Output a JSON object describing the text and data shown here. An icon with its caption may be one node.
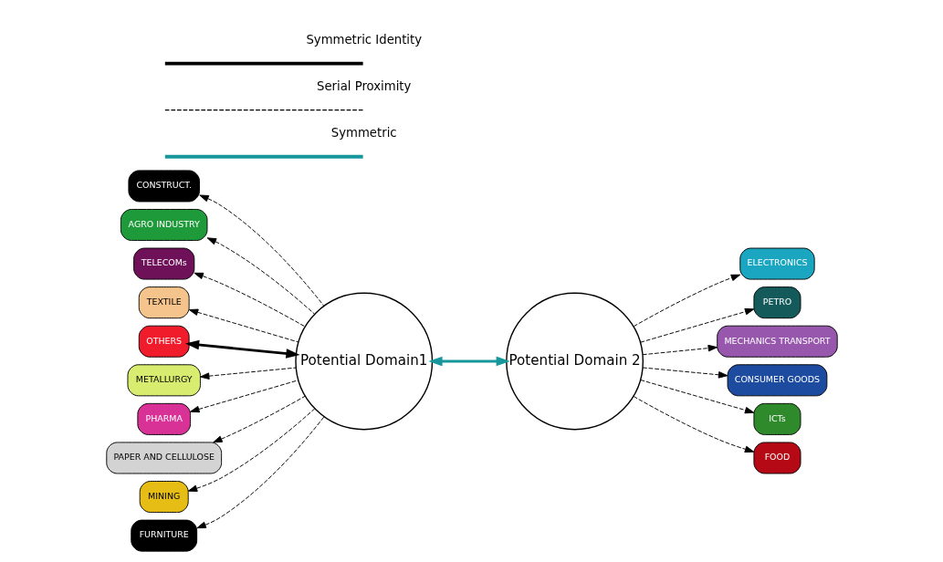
{
  "diagram": {
    "nodes": [
      {
        "text": [
          "Potential Domain1"
        ]
      },
      {
        "text": [
          "Potential Domain 2"
        ]
      },
      {
        "text": [
          "CONSTRUCT."
        ]
      },
      {
        "text": [
          "AGRO INDUSTRY"
        ]
      },
      {
        "text": [
          "TELECOMs"
        ]
      },
      {
        "text": [
          "TEXTILE"
        ]
      },
      {
        "text": [
          "OTHERS"
        ]
      },
      {
        "text": [
          "METALLURGY"
        ]
      },
      {
        "text": [
          "PHARMA"
        ]
      },
      {
        "text": [
          "PAPER AND CELLULOSE"
        ]
      },
      {
        "text": [
          "MINING"
        ]
      },
      {
        "text": [
          "FURNITURE"
        ]
      },
      {
        "text": [
          "ELECTRONICS"
        ]
      },
      {
        "text": [
          "PETRO"
        ]
      },
      {
        "text": [
          "MECHANICS TRANSPORT"
        ]
      },
      {
        "text": [
          "CONSUMER GOODS"
        ]
      },
      {
        "text": [
          "ICTs"
        ]
      },
      {
        "text": [
          "FOOD"
        ]
      }
    ],
    "edges": [
      {
        "from": 0,
        "to": 2,
        "arrow": "to",
        "style": "dashed"
      },
      {
        "from": 0,
        "to": 3,
        "arrow": "to",
        "style": "dashed"
      },
      {
        "from": 0,
        "to": 4,
        "arrow": "to",
        "style": "dashed"
      },
      {
        "from": 0,
        "to": 5,
        "arrow": "to",
        "style": "dashed"
      },
      {
        "from": 0,
        "to": 6,
        "arrow": "both",
        "style": "thick"
      },
      {
        "from": 0,
        "to": 7,
        "arrow": "to",
        "style": "dashed"
      },
      {
        "from": 0,
        "to": 8,
        "arrow": "to",
        "style": "dashed"
      },
      {
        "from": 0,
        "to": 9,
        "arrow": "to",
        "style": "dashed"
      },
      {
        "from": 0,
        "to": 10,
        "arrow": "to",
        "style": "dashed"
      },
      {
        "from": 0,
        "to": 11,
        "arrow": "to",
        "style": "dashed"
      },
      {
        "from": 0,
        "to": 1,
        "arrow": "both",
        "style": "thick",
        "color": "#17979c"
      },
      {
        "from": 1,
        "to": 12,
        "arrow": "to",
        "style": "dashed"
      },
      {
        "from": 1,
        "to": 13,
        "arrow": "to",
        "style": "dashed"
      },
      {
        "from": 1,
        "to": 14,
        "arrow": "to",
        "style": "dashed"
      },
      {
        "from": 1,
        "to": 15,
        "arrow": "to",
        "style": "dashed"
      },
      {
        "from": 1,
        "to": 16,
        "arrow": "to",
        "style": "dashed"
      },
      {
        "from": 1,
        "to": 17,
        "arrow": "to",
        "style": "dashed"
      }
    ],
    "legend": [
      {
        "text": "Symmetric Identity"
      },
      {
        "text": "Serial Proximity"
      },
      {
        "text": "Symmetric"
      }
    ]
  }
}
